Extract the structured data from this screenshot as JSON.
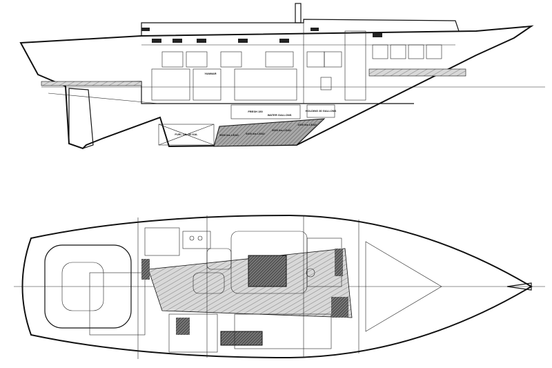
{
  "profile_view": {
    "labels": {
      "engine": "YANMAR",
      "fresh_water_1": "FRESH 150",
      "fresh_water_2": "WATER GALLONS",
      "holding": "HOLDING 30 GALLONS",
      "fuel": "FUEL OIL 50 GAL",
      "lead_1": "5000 lbs LEAD",
      "lead_2": "5400 lbs LEAD",
      "lead_3": "5000 lbs LEAD",
      "lead_4": "1000 lbs LEAD"
    }
  },
  "colors": {
    "line": "#111111",
    "ballast": "#9a9a9a",
    "sole": "#bdbdbd"
  }
}
